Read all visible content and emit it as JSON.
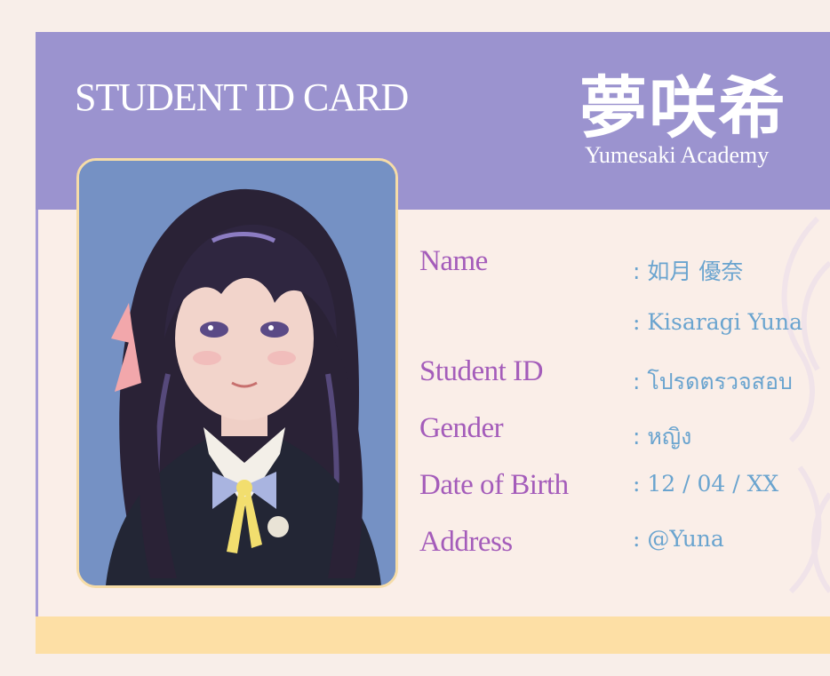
{
  "card": {
    "title": "STUDENT ID CARD",
    "logo_kanji": "夢咲希",
    "academy": "Yumesaki Academy"
  },
  "fields": [
    {
      "label": "Name",
      "value": ": 如月 優奈"
    },
    {
      "label": "",
      "value": ": Kisaragi Yuna"
    },
    {
      "label": "Student ID",
      "value": ": โปรดตรวจสอบ"
    },
    {
      "label": "Gender",
      "value": ": หญิง"
    },
    {
      "label": "Date of Birth",
      "value": ": 12 / 04 / XX"
    },
    {
      "label": "Address",
      "value": ": @Yuna"
    }
  ],
  "colors": {
    "header": "#9b93cf",
    "label": "#a45cba",
    "value": "#6aa4cf",
    "bottom_band": "#fddfa5",
    "card_bg": "#faeee8"
  }
}
